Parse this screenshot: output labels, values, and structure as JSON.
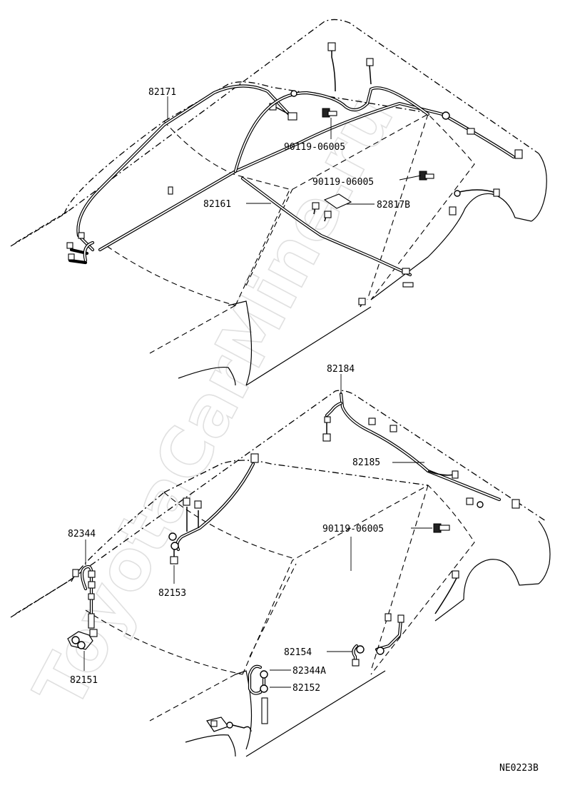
{
  "watermark": "ToyotaCarMine.ru",
  "drawing_code": "NE0223B",
  "top_view": {
    "labels": {
      "harness_82171": "82171",
      "bolt_a": "90119-06005",
      "bolt_b": "90119-06005",
      "harness_82161": "82161",
      "part_82817b": "82817B"
    }
  },
  "bottom_view": {
    "labels": {
      "harness_82184": "82184",
      "harness_82185": "82185",
      "bolt_c": "90119-06005",
      "harness_82344": "82344",
      "harness_82153": "82153",
      "harness_82151": "82151",
      "harness_82154": "82154",
      "harness_82344a": "82344A",
      "harness_82152": "82152"
    }
  }
}
